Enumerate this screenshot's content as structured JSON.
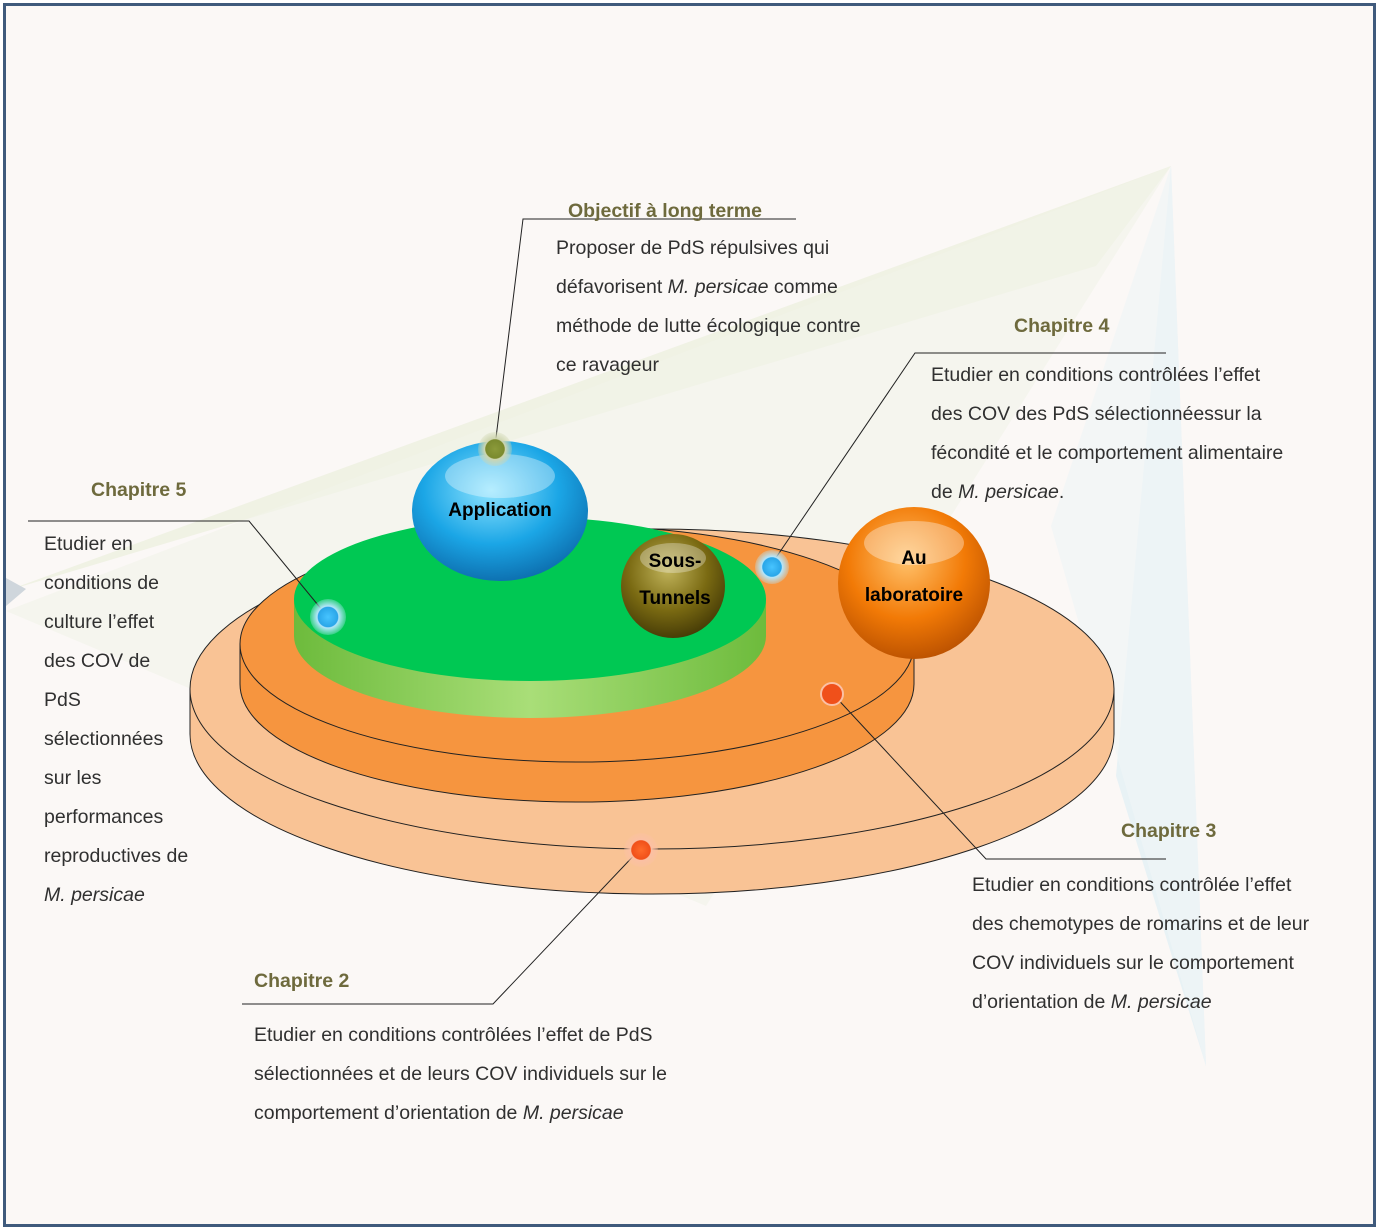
{
  "colors": {
    "frame": "#3f5a7c",
    "outer_disc": "#f9c395",
    "middle_disc": "#f6953f",
    "inner_disc": "#00c853",
    "application_sphere": "#1ba6e6",
    "sous_tunnels_sphere": "#7a6a12",
    "laboratoire_sphere": "#f27a06",
    "title_text": "#6e6a3d"
  },
  "spheres": {
    "application": "Application",
    "sous_tunnels": [
      "Sous-",
      "Tunnels"
    ],
    "laboratoire": [
      "Au",
      "laboratoire"
    ]
  },
  "blocks": {
    "objectif": {
      "title": "Objectif à long terme",
      "lines": [
        [
          "Proposer de PdS répulsives qui"
        ],
        [
          "défavorisent ",
          "M. persicae",
          " comme"
        ],
        [
          "méthode de lutte écologique contre"
        ],
        [
          "ce ravageur"
        ]
      ]
    },
    "chapitre4": {
      "title": "Chapitre 4",
      "lines": [
        [
          "Etudier en conditions contrôlées l’effet"
        ],
        [
          "des COV des PdS sélectionnéessur la"
        ],
        [
          "fécondité et le comportement  alimentaire"
        ],
        [
          "de ",
          "M. persicae",
          "."
        ]
      ]
    },
    "chapitre5": {
      "title": "Chapitre 5",
      "lines": [
        [
          "Etudier en"
        ],
        [
          "conditions de"
        ],
        [
          "culture l’effet"
        ],
        [
          "des COV de"
        ],
        [
          "PdS"
        ],
        [
          "sélectionnées"
        ],
        [
          "sur les"
        ],
        [
          "performances"
        ],
        [
          "reproductives de"
        ],
        [
          "",
          "M. persicae",
          ""
        ]
      ]
    },
    "chapitre3": {
      "title": "Chapitre 3",
      "lines": [
        [
          "Etudier en conditions contrôlée l’effet"
        ],
        [
          "des chemotypes de romarins et de leur"
        ],
        [
          "COV individuels sur le comportement"
        ],
        [
          "d’orientation de ",
          "M. persicae",
          ""
        ]
      ]
    },
    "chapitre2": {
      "title": "Chapitre 2",
      "lines": [
        [
          "Etudier en conditions contrôlées l’effet de PdS"
        ],
        [
          "sélectionnées et de leurs COV individuels sur le"
        ],
        [
          "comportement d’orientation de ",
          "M. persicae",
          ""
        ]
      ]
    }
  }
}
